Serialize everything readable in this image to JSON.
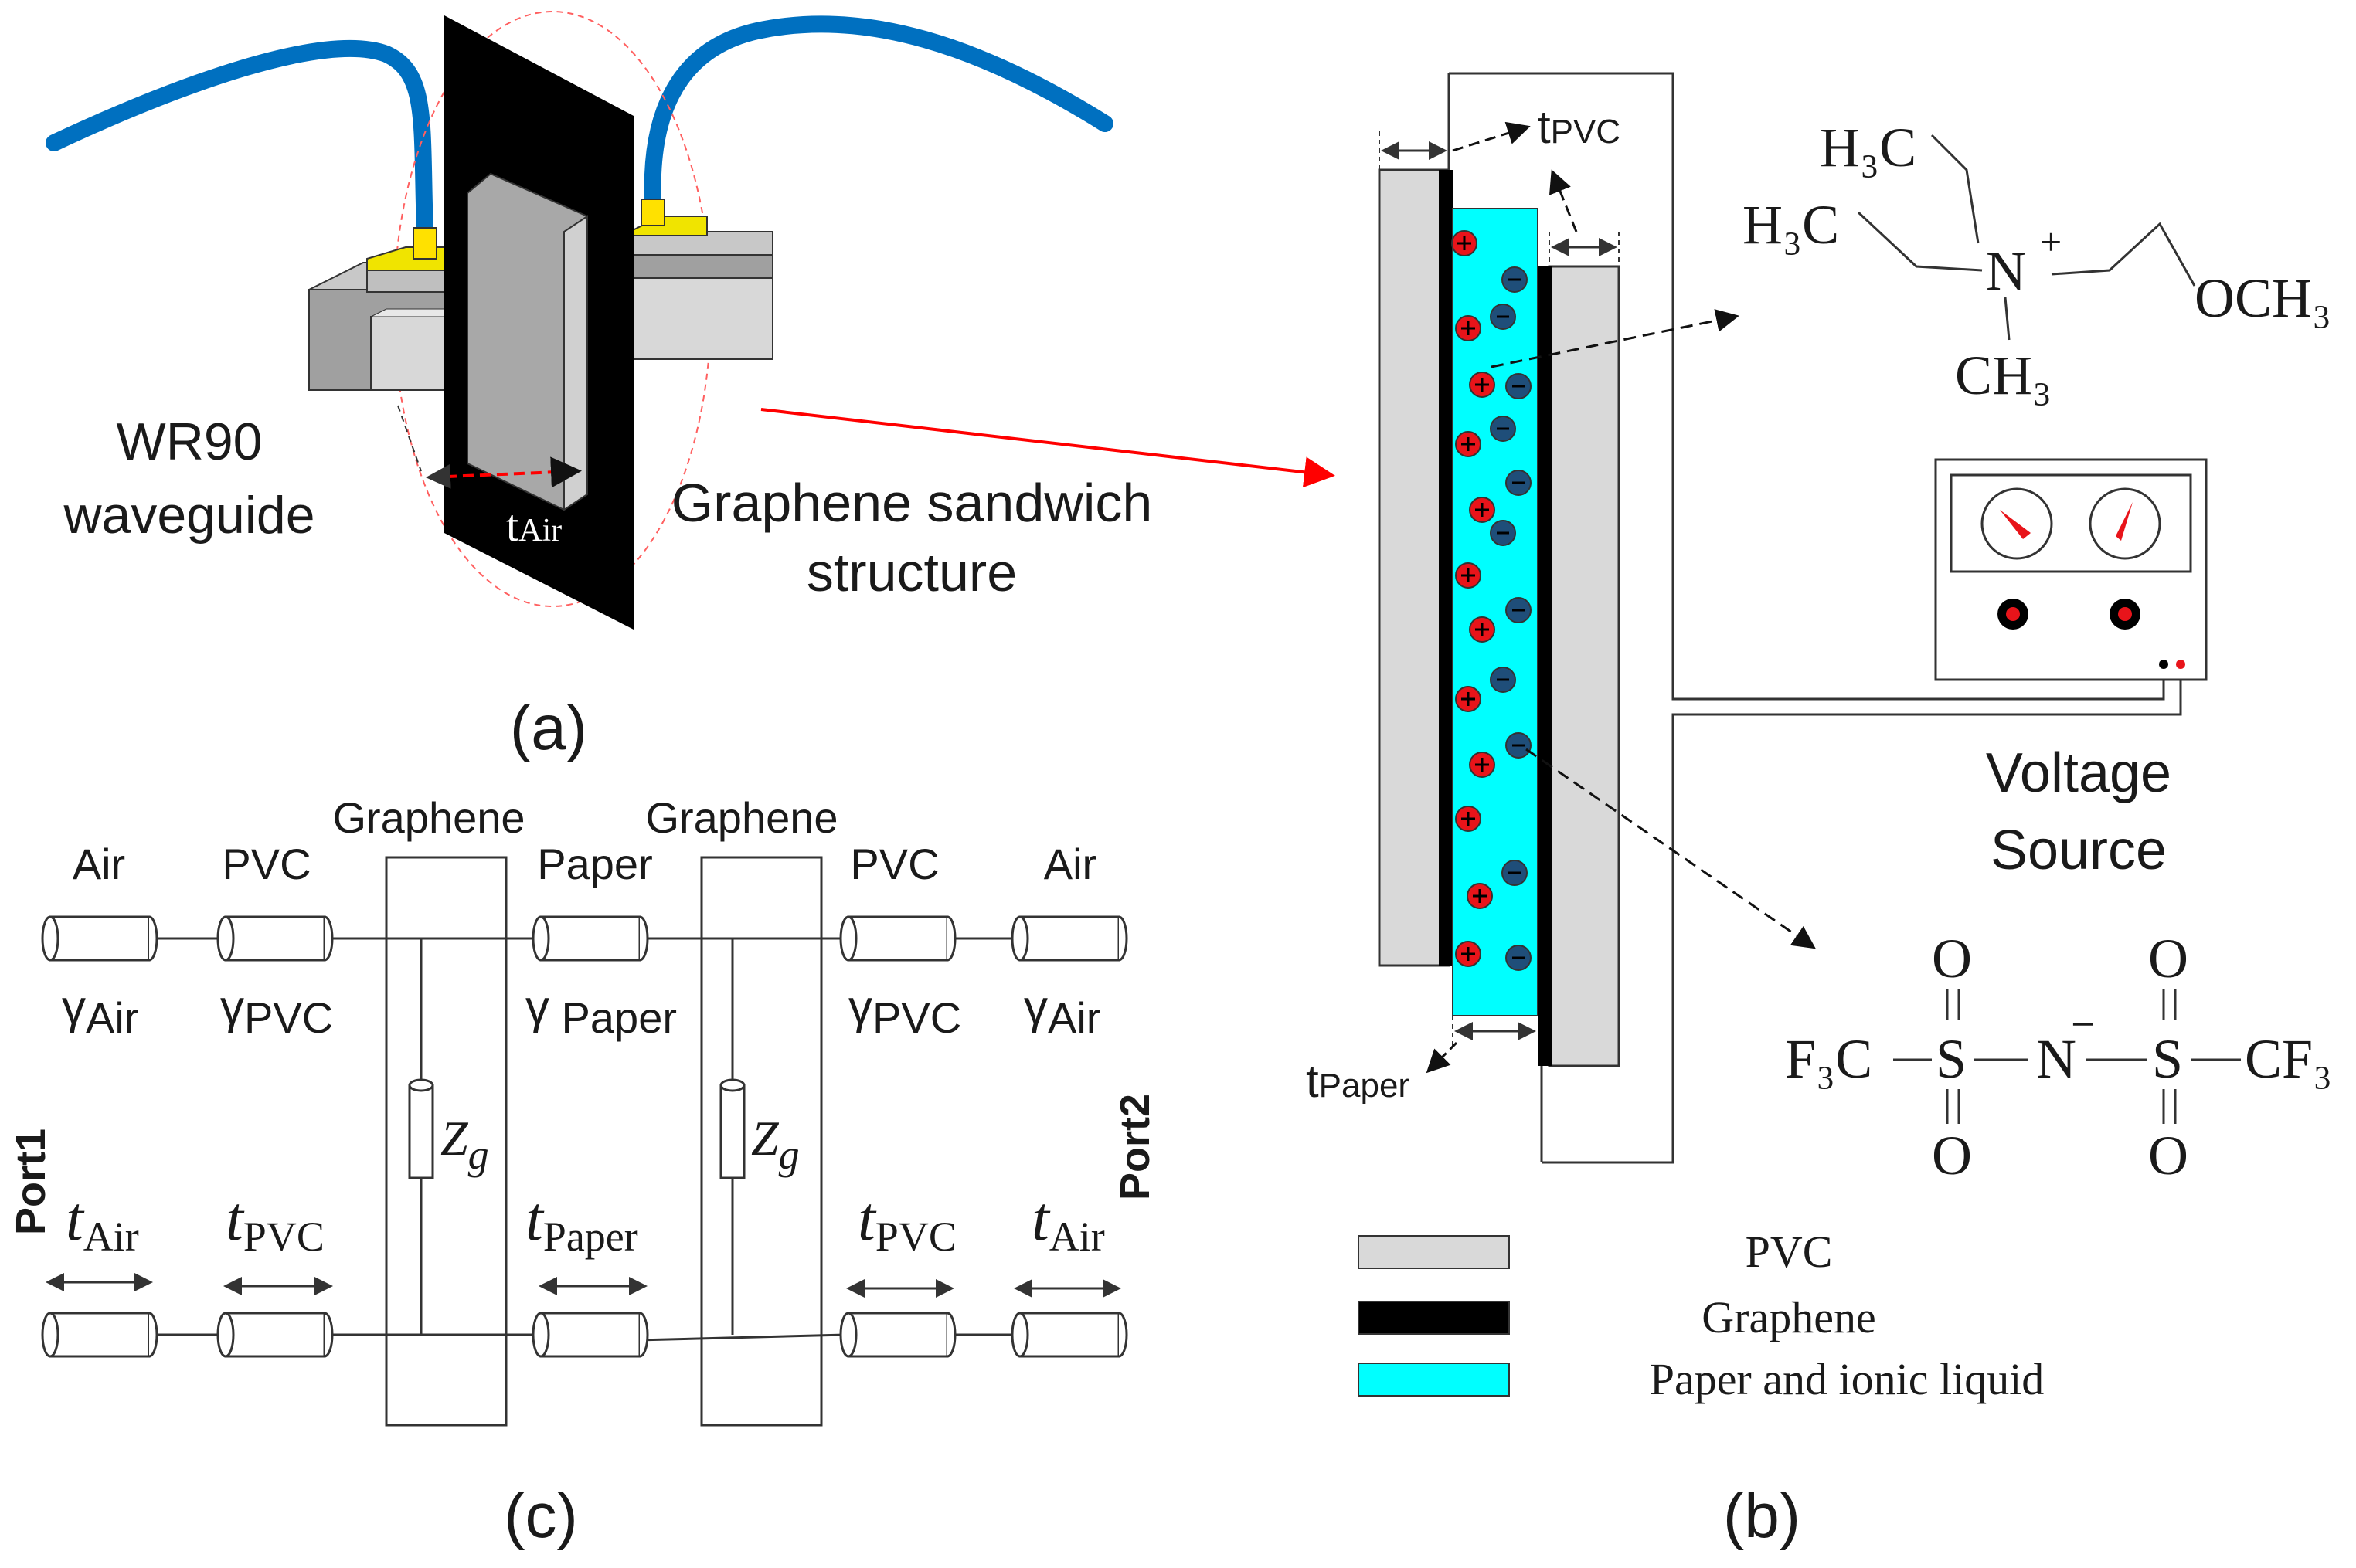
{
  "panel_a": {
    "waveguide_label": [
      "WR90",
      "waveguide"
    ],
    "sandwich_label": [
      "Graphene sandwich",
      "structure"
    ],
    "t_air": {
      "base": "t",
      "sub": "Air"
    },
    "panel_label": "(a)"
  },
  "panel_b": {
    "t_pvc": {
      "base": "t",
      "sub": "PVC"
    },
    "t_paper": {
      "base": "t",
      "sub": "Paper"
    },
    "voltage_source": [
      "Voltage",
      "Source"
    ],
    "cation": {
      "h3c_top": "H₃C",
      "h3c_left": "H₃C",
      "n": "N",
      "plus": "+",
      "och3": "OCH₃",
      "ch3": "CH₃"
    },
    "anion": {
      "f3c": "F₃C",
      "s": "S",
      "n": "N",
      "minus": "−",
      "cf3": "CF₃",
      "o": "O"
    },
    "legend": [
      {
        "label": "PVC",
        "color": "#d9d9d9"
      },
      {
        "label": "Graphene",
        "color": "#000000"
      },
      {
        "label": "Paper and ionic liquid",
        "color": "#00ffff"
      }
    ],
    "panel_label": "(b)"
  },
  "panel_c": {
    "top_labels": [
      "Air",
      "PVC",
      "Paper",
      "PVC",
      "Air"
    ],
    "graphene_labels": [
      "Graphene",
      "Graphene"
    ],
    "gamma_labels": [
      {
        "sym": "γ",
        "sub": "Air"
      },
      {
        "sym": "γ",
        "sub": "PVC"
      },
      {
        "sym": "γ",
        "sub": " Paper"
      },
      {
        "sym": "γ",
        "sub": "PVC"
      },
      {
        "sym": "γ",
        "sub": "Air"
      }
    ],
    "t_labels": [
      {
        "sym": "t",
        "sub": "Air"
      },
      {
        "sym": "t",
        "sub": "PVC"
      },
      {
        "sym": "t",
        "sub": "Paper"
      },
      {
        "sym": "t",
        "sub": "PVC"
      },
      {
        "sym": "t",
        "sub": "Air"
      }
    ],
    "zg": {
      "sym": "Z",
      "sub": "g"
    },
    "port1": "Port1",
    "port2": "Port2",
    "panel_label": "(c)"
  },
  "colors": {
    "cable": "#0070c0",
    "graphene": "#000000",
    "pvc": "#d9d9d9",
    "paper_ionic": "#00ffff",
    "cation": "#e8141a",
    "anion": "#1f4e79",
    "arrow_red": "#ff0000",
    "gold": "#e6d800"
  }
}
